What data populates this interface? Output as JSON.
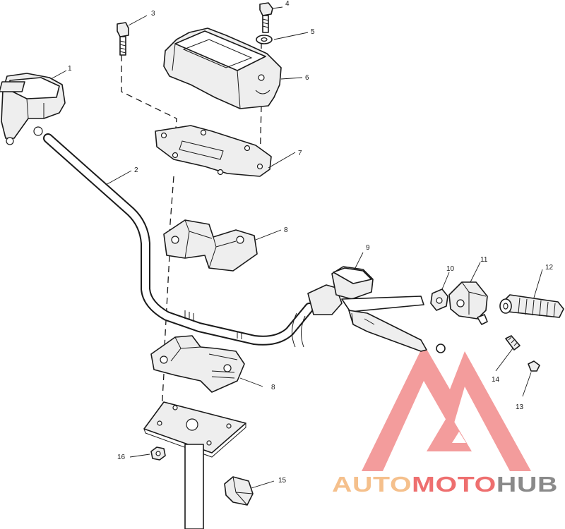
{
  "callouts": [
    {
      "id": "callout-1",
      "label": "1"
    },
    {
      "id": "callout-2",
      "label": "2"
    },
    {
      "id": "callout-3",
      "label": "3"
    },
    {
      "id": "callout-4",
      "label": "4"
    },
    {
      "id": "callout-5",
      "label": "5"
    },
    {
      "id": "callout-6",
      "label": "6"
    },
    {
      "id": "callout-7",
      "label": "7"
    },
    {
      "id": "callout-8a",
      "label": "8"
    },
    {
      "id": "callout-8b",
      "label": "8"
    },
    {
      "id": "callout-9",
      "label": "9"
    },
    {
      "id": "callout-10",
      "label": "10"
    },
    {
      "id": "callout-11",
      "label": "11"
    },
    {
      "id": "callout-12",
      "label": "12"
    },
    {
      "id": "callout-13",
      "label": "13"
    },
    {
      "id": "callout-14",
      "label": "14"
    },
    {
      "id": "callout-15",
      "label": "15"
    },
    {
      "id": "callout-16",
      "label": "16"
    }
  ],
  "watermark": {
    "text_part1": "AUTO",
    "text_part2": "MOTO",
    "text_part3": "HUB",
    "colors": {
      "logo_fill": "#f28b8b",
      "auto": "#f5c08c",
      "moto": "#ee6f6f",
      "hub": "#8a8a8a"
    }
  }
}
